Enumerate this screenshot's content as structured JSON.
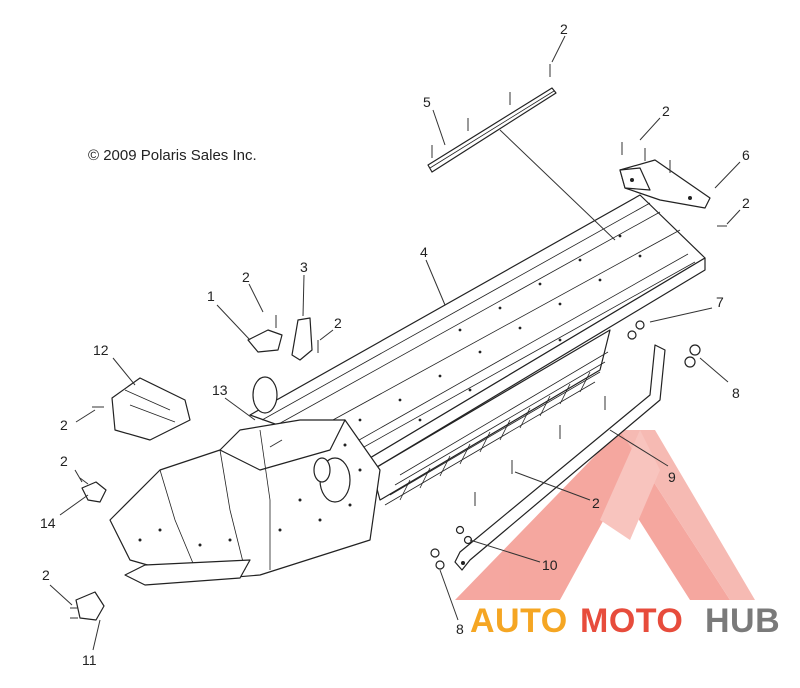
{
  "copyright": "© 2009 Polaris Sales Inc.",
  "callouts": [
    "2",
    "5",
    "2",
    "6",
    "2",
    "4",
    "3",
    "2",
    "1",
    "7",
    "12",
    "8",
    "13",
    "2",
    "9",
    "2",
    "14",
    "2",
    "10",
    "2",
    "8",
    "11"
  ],
  "watermark": {
    "part1": "AUTO",
    "part2": "MOTO",
    "part3": "HUB",
    "color_orange": "#f5a623",
    "color_red": "#e74c3c",
    "color_grey": "#7a7a7a"
  }
}
